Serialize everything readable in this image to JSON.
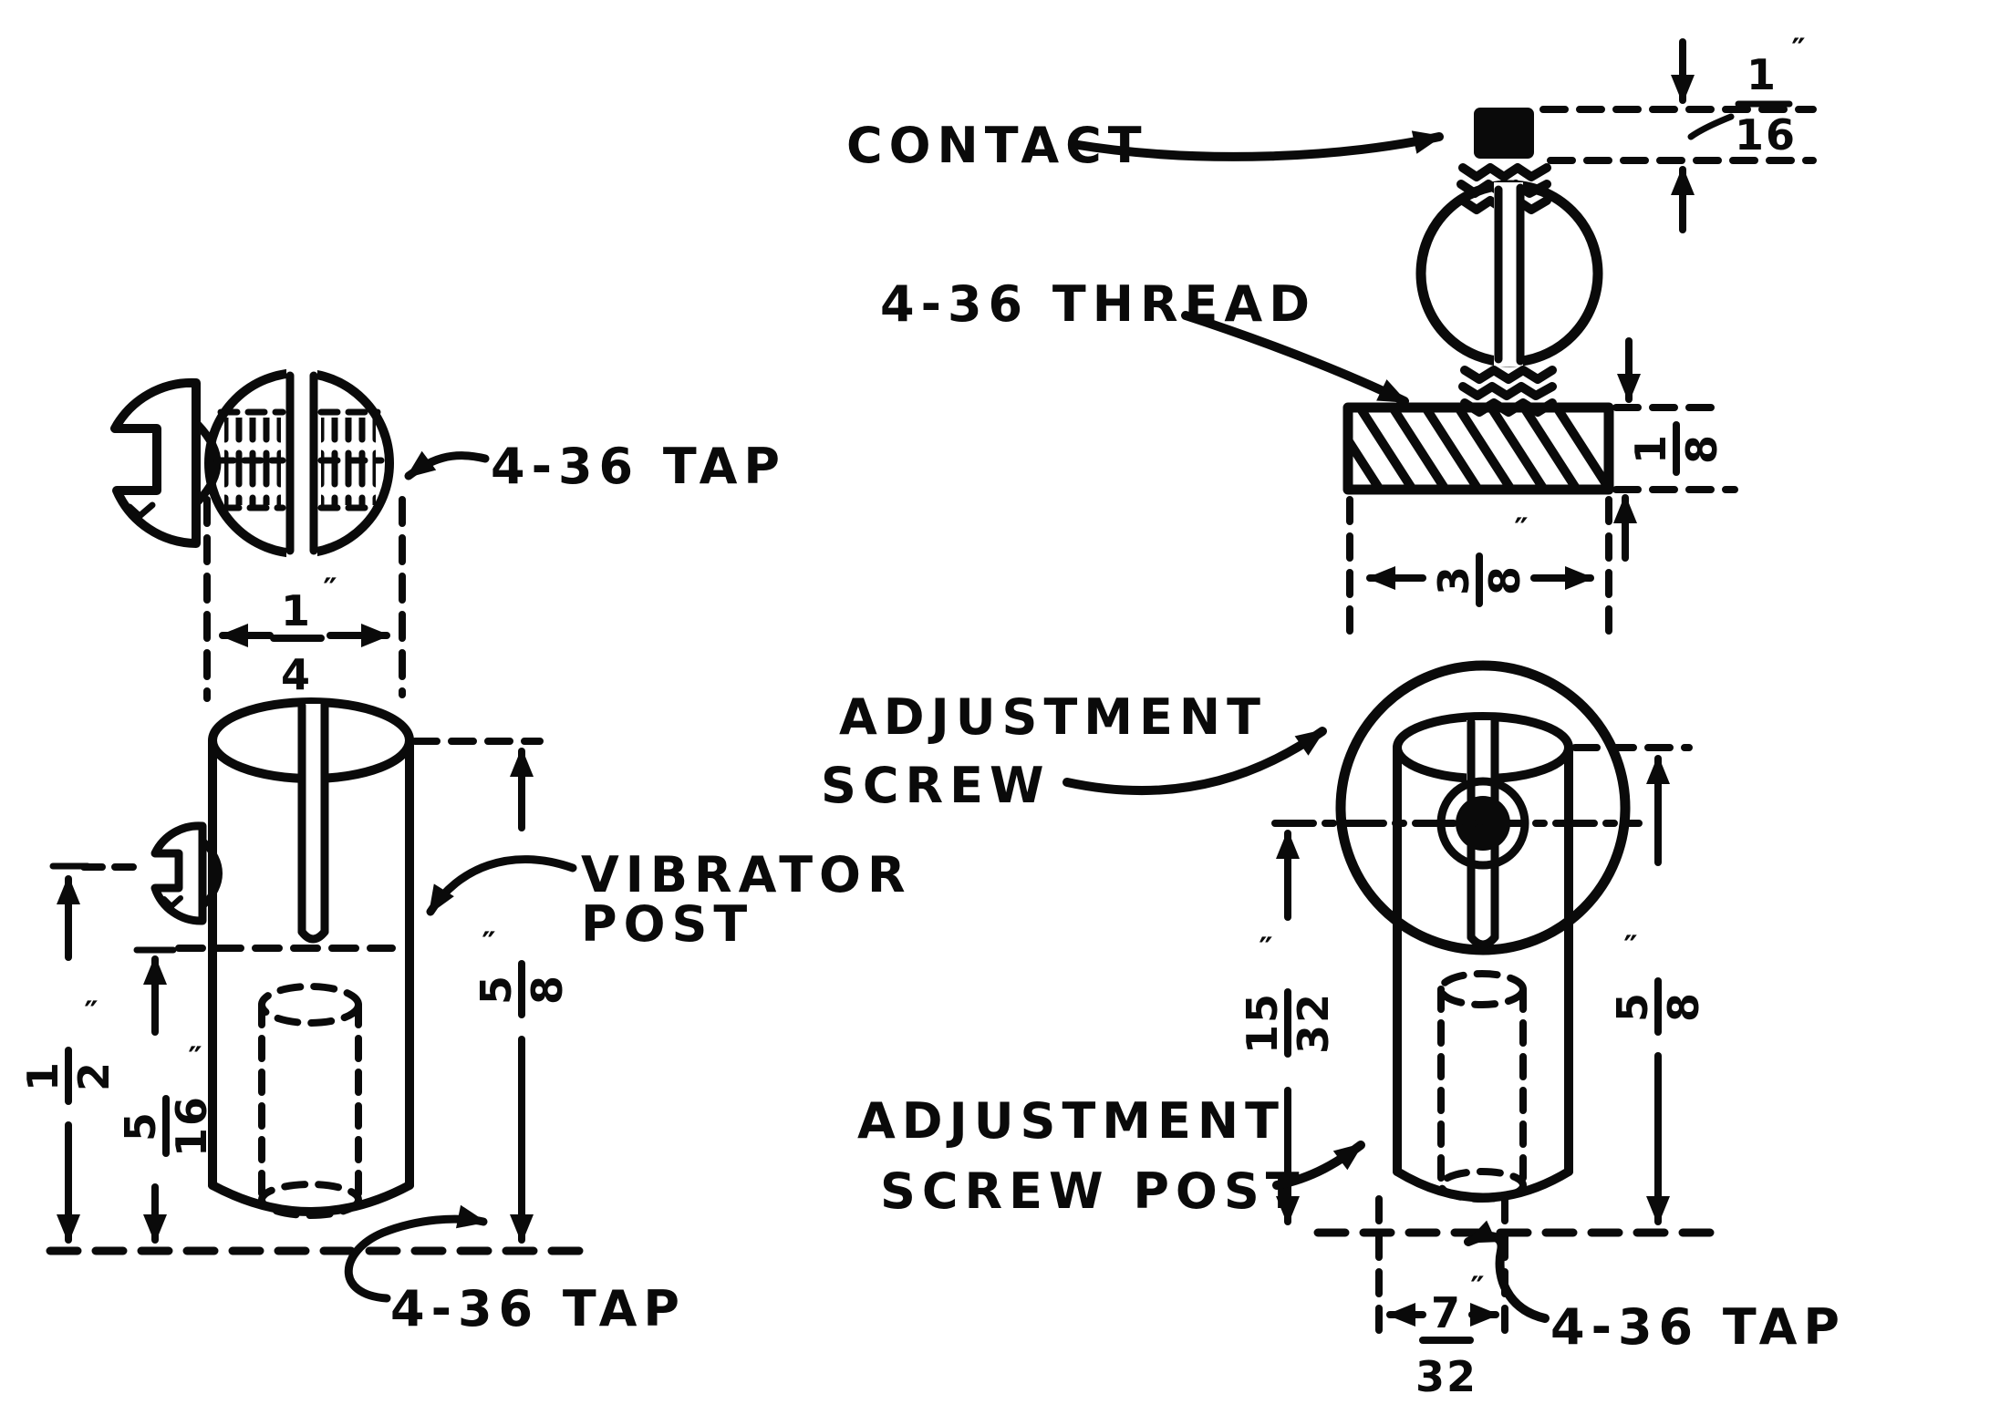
{
  "figures": {
    "vibrator_post": {
      "tap_label_top": "4-36 TAP",
      "name_line1": "VIBRATOR",
      "name_line2": "POST",
      "tap_label_bottom": "4-36 TAP",
      "dim_diameter": {
        "num": "1",
        "den": "4",
        "unit": "″"
      },
      "dim_height": {
        "num": "5",
        "den": "8",
        "unit": "″"
      },
      "dim_screw_height": {
        "num": "1",
        "den": "2",
        "unit": "″"
      },
      "dim_base_to_slot": {
        "num": "5",
        "den": "16",
        "unit": "″"
      }
    },
    "contact_detail": {
      "contact_label": "CONTACT",
      "thread_label": "4-36 THREAD",
      "dim_contact_thickness": {
        "num": "1",
        "den": "16",
        "unit": "″"
      },
      "dim_plate_thickness": {
        "num": "1",
        "den": "8",
        "unit": ""
      },
      "dim_plate_width": {
        "num": "3",
        "den": "8",
        "unit": "″"
      }
    },
    "adjustment_screw_post": {
      "screw_label_line1": "ADJUSTMENT",
      "screw_label_line2": "SCREW",
      "post_label_line1": "ADJUSTMENT",
      "post_label_line2": "SCREW POST",
      "tap_label": "4-36 TAP",
      "dim_center_height": {
        "num": "15",
        "den": "32",
        "unit": "″"
      },
      "dim_post_height": {
        "num": "5",
        "den": "8",
        "unit": "″"
      },
      "dim_hole_diameter": {
        "num": "7",
        "den": "32",
        "unit": "″"
      }
    }
  }
}
